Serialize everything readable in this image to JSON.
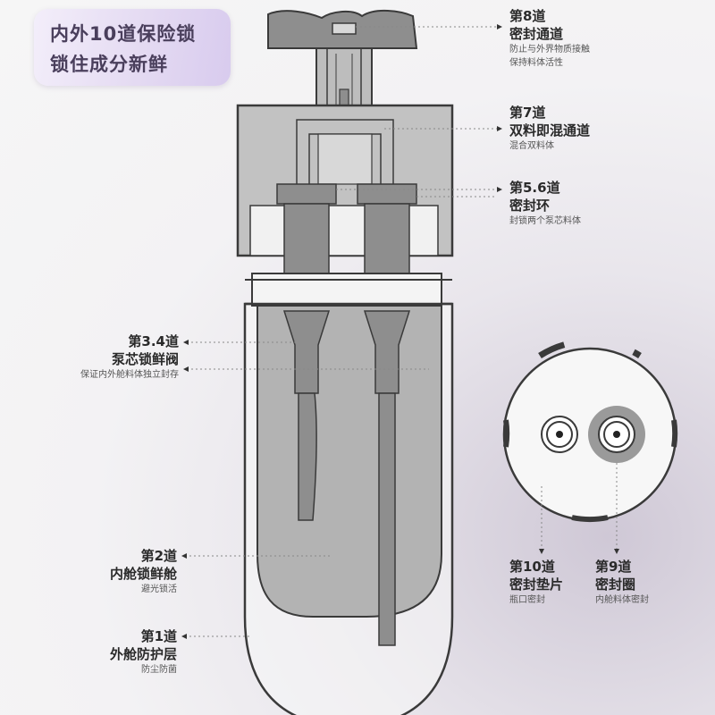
{
  "headline": {
    "line1": "内外10道保险锁",
    "line2": "锁住成分新鲜"
  },
  "labels": {
    "seal8": {
      "title1": "第8道",
      "title2": "密封通道",
      "desc1": "防止与外界物质接触",
      "desc2": "保持料体活性"
    },
    "seal7": {
      "title1": "第7道",
      "title2": "双料即混通道",
      "desc1": "混合双料体"
    },
    "seal56": {
      "title1": "第5.6道",
      "title2": "密封环",
      "desc1": "封锁两个泵芯料体"
    },
    "seal34": {
      "title1": "第3.4道",
      "title2": "泵芯锁鲜阀",
      "desc1": "保证内外舱料体独立封存"
    },
    "seal2": {
      "title1": "第2道",
      "title2": "内舱锁鲜舱",
      "desc1": "避光锁活"
    },
    "seal1": {
      "title1": "第1道",
      "title2": "外舱防护层",
      "desc1": "防尘防菌"
    },
    "seal10": {
      "title1": "第10道",
      "title2": "密封垫片",
      "desc1": "瓶口密封"
    },
    "seal9": {
      "title1": "第9道",
      "title2": "密封圈",
      "desc1": "内舱料体密封"
    }
  },
  "colors": {
    "headline_text": "#4a3f5c",
    "badge_bg": "#e4daf2",
    "part_gray": "#8e8e8e",
    "outline": "#3a3a3a"
  }
}
